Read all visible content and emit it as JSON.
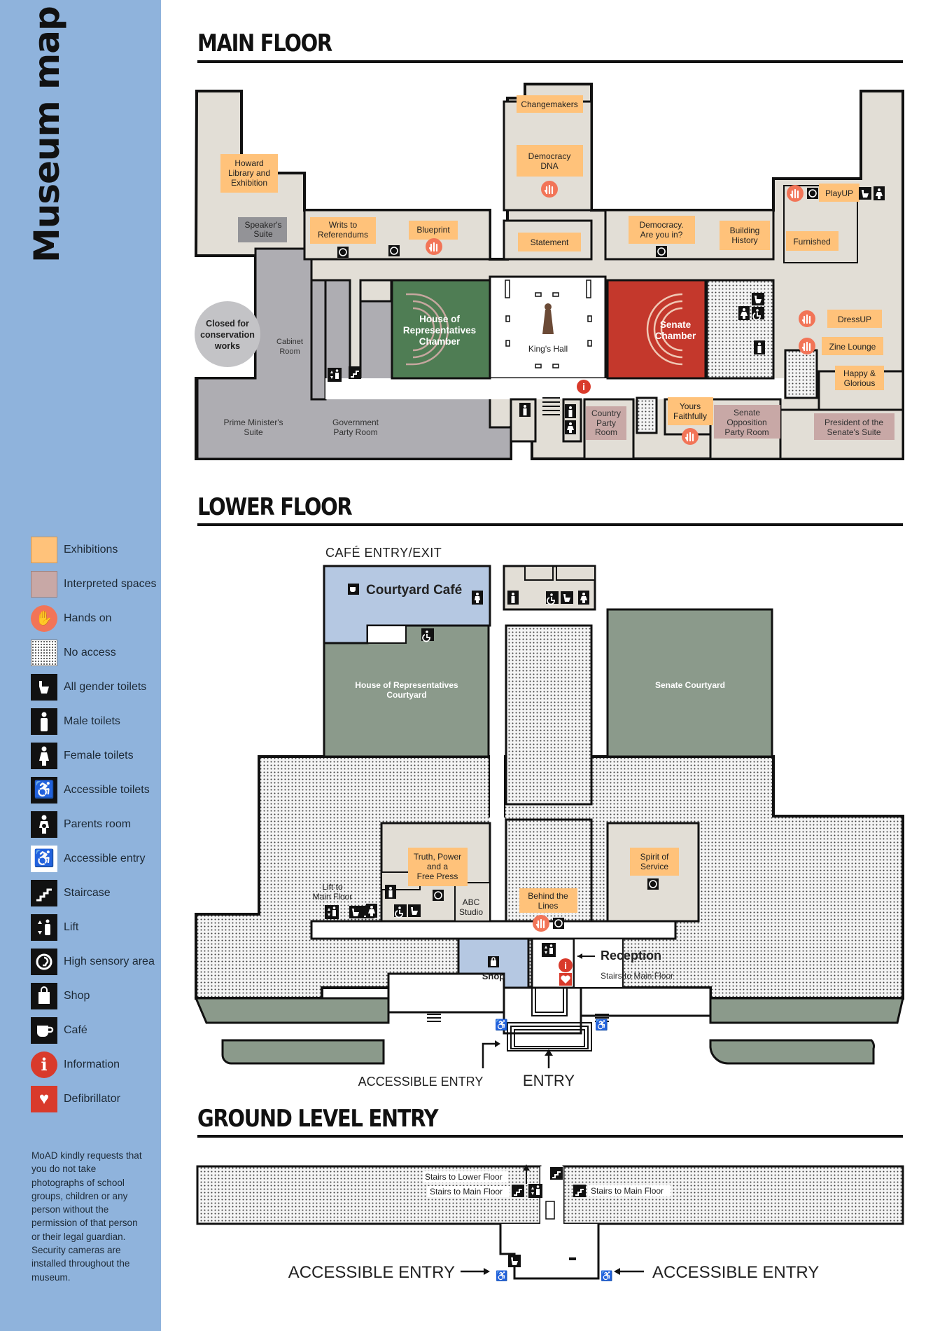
{
  "sidebar": {
    "title": "Museum map"
  },
  "legend": [
    {
      "label": "Exhibitions",
      "icon": "exhibitions-swatch"
    },
    {
      "label": "Interpreted spaces",
      "icon": "interpreted-spaces-swatch"
    },
    {
      "label": "Hands on",
      "icon": "hands-on-icon"
    },
    {
      "label": "No access",
      "icon": "no-access-swatch"
    },
    {
      "label": "All gender toilets",
      "icon": "all-gender-toilets-icon"
    },
    {
      "label": "Male toilets",
      "icon": "male-toilets-icon"
    },
    {
      "label": "Female toilets",
      "icon": "female-toilets-icon"
    },
    {
      "label": "Accessible toilets",
      "icon": "accessible-toilets-icon"
    },
    {
      "label": "Parents room",
      "icon": "parents-room-icon"
    },
    {
      "label": "Accessible entry",
      "icon": "accessible-entry-icon"
    },
    {
      "label": "Staircase",
      "icon": "staircase-icon"
    },
    {
      "label": "Lift",
      "icon": "lift-icon"
    },
    {
      "label": "High sensory area",
      "icon": "high-sensory-area-icon"
    },
    {
      "label": "Shop",
      "icon": "shop-icon"
    },
    {
      "label": "Café",
      "icon": "cafe-icon"
    },
    {
      "label": "Information",
      "icon": "information-icon"
    },
    {
      "label": "Defibrillator",
      "icon": "defibrillator-icon"
    }
  ],
  "notice": "MoAD kindly requests that you do not take photographs of school groups, children or any person without the permission of that person or their legal guardian. Security cameras are installed throughout the museum.",
  "colors": {
    "sidebar": "#8fb3dc",
    "exhibition": "#ffc27a",
    "interpreted": "#c8a8a6",
    "room": "#e2ded6",
    "grey": "#aeadb2",
    "green": "#4f7d54",
    "red": "#c4382c",
    "cafe": "#b5c8e2",
    "courtyard": "#8b9a8b",
    "hands_on": "#f27457"
  },
  "main_floor": {
    "title": "MAIN FLOOR",
    "labels": {
      "changemakers": "Changemakers",
      "democracy_dna": [
        "Democracy",
        "DNA"
      ],
      "howard_library": [
        "Howard",
        "Library and",
        "Exhibition"
      ],
      "speakers_suite": [
        "Speaker's",
        "Suite"
      ],
      "writs": [
        "Writs to",
        "Referendums"
      ],
      "blueprint": "Blueprint",
      "statement": "Statement",
      "democracy_you": [
        "Democracy.",
        "Are you in?"
      ],
      "building_history": [
        "Building",
        "History"
      ],
      "playup": "PlayUP",
      "furnished": "Furnished",
      "closed_works": [
        "Closed for",
        "conservation",
        "works"
      ],
      "cabinet_room": [
        "Cabinet",
        "Room"
      ],
      "house_chamber": [
        "House of",
        "Representatives",
        "Chamber"
      ],
      "kings_hall": "King's Hall",
      "senate_chamber": [
        "Senate",
        "Chamber"
      ],
      "dressup": "DressUP",
      "zine_lounge": "Zine Lounge",
      "happy_glorious": [
        "Happy &",
        "Glorious"
      ],
      "pm_suite": [
        "Prime Minister's",
        "Suite"
      ],
      "gov_party_room": [
        "Government",
        "Party Room"
      ],
      "country_party_room": [
        "Country",
        "Party",
        "Room"
      ],
      "yours_faithfully": [
        "Yours",
        "Faithfully"
      ],
      "senate_opposition": [
        "Senate",
        "Opposition",
        "Party Room"
      ],
      "president_suite": [
        "President of the",
        "Senate's Suite"
      ]
    }
  },
  "lower_floor": {
    "title": "LOWER FLOOR",
    "labels": {
      "cafe_entry": "CAFÉ ENTRY/EXIT",
      "courtyard_cafe": "Courtyard Café",
      "hor_courtyard": [
        "House of Representatives",
        "Courtyard"
      ],
      "senate_courtyard": "Senate Courtyard",
      "truth_power": [
        "Truth, Power",
        "and a",
        "Free Press"
      ],
      "spirit_service": [
        "Spirit of",
        "Service"
      ],
      "abc_studio": [
        "ABC",
        "Studio"
      ],
      "behind_lines": [
        "Behind the",
        "Lines"
      ],
      "lift_main": [
        "Lift to",
        "Main Floor"
      ],
      "shop": "Shop",
      "reception": "Reception",
      "stairs_main": "Stairs to Main Floor",
      "accessible_entry": "ACCESSIBLE ENTRY",
      "entry": "ENTRY"
    }
  },
  "ground_level": {
    "title": "GROUND LEVEL ENTRY",
    "labels": {
      "stairs_lower": "Stairs to Lower Floor",
      "stairs_main_left": "Stairs to Main Floor",
      "stairs_main_right": "Stairs to Main Floor",
      "accessible_entry_left": "ACCESSIBLE ENTRY",
      "accessible_entry_right": "ACCESSIBLE ENTRY"
    }
  }
}
